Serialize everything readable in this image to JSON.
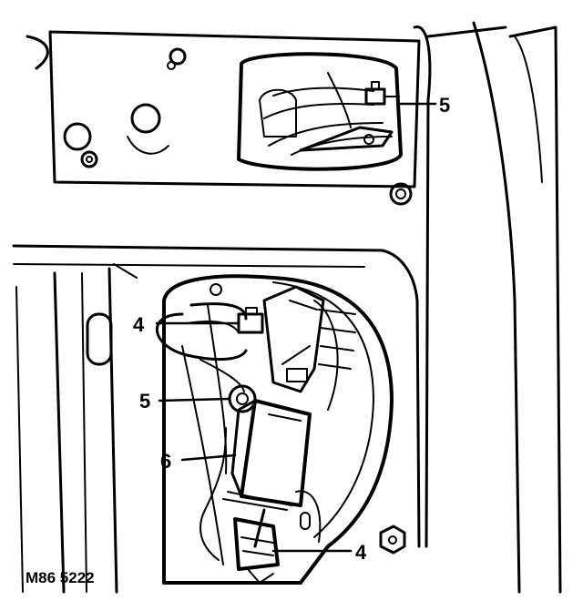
{
  "figure": {
    "reference_code": "M86 5222",
    "callouts": [
      {
        "id": "callout-5-top",
        "label": "5"
      },
      {
        "id": "callout-4-upper",
        "label": "4"
      },
      {
        "id": "callout-5-mid",
        "label": "5"
      },
      {
        "id": "callout-6",
        "label": "6"
      },
      {
        "id": "callout-4-lower",
        "label": "4"
      }
    ]
  },
  "colors": {
    "ink": "#000000",
    "paper": "#ffffff"
  }
}
